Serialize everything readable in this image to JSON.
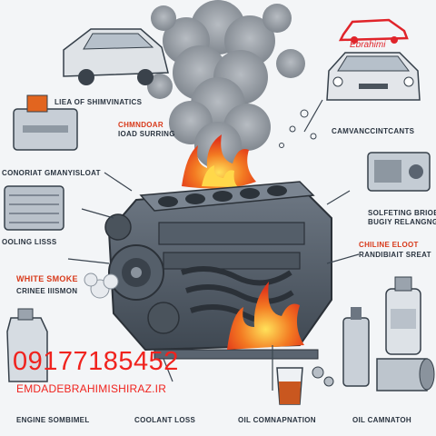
{
  "labels": {
    "top_left_heading": "LIEA OF SHIMVINATICS",
    "red_heading_line1": "CHMNDOAR",
    "red_heading_line2": "IOAD SURRING",
    "left_middle": "CONORIAT GMANYISLOAT",
    "left_lower": "OOLING LISSS",
    "white_smoke": "WHITE SMOKE",
    "white_smoke_sub": "CRINEE IIISMON",
    "right_top": "CAMVANCCINTCANTS",
    "right_middle_line1": "SOLFETING BRIOBS",
    "right_middle_line2": "BUGIY RELANGNG",
    "right_red": "CHILINE ELOOT",
    "right_red_sub": "RANDIBIAIT SREAT",
    "bottom_1": "ENGINE SOMBIMEL",
    "bottom_2": "COOLANT LOSS",
    "bottom_3": "OIL COMNAPNATION",
    "bottom_4": "OIL CAMNATOH"
  },
  "watermark": {
    "phone": "09177185452",
    "website": "EMDADEBRAHIMISHIRAZ.IR",
    "brand": "Ebrahimi"
  },
  "colors": {
    "background": "#f3f5f7",
    "engine_body": "#5a6470",
    "flame": "#f06a20",
    "smoke": "#8d949c",
    "watermark_red": "#f0231e",
    "label_red": "#d8391a"
  }
}
